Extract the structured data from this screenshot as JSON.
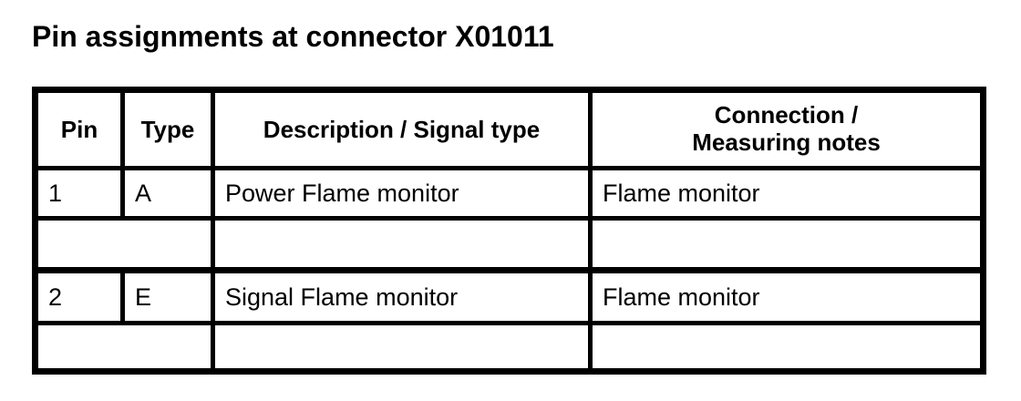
{
  "doc": {
    "title": "Pin assignments at connector X01011"
  },
  "table": {
    "columns": {
      "pin": "Pin",
      "type": "Type",
      "description": "Description / Signal type",
      "connection": "Connection /\nMeasuring notes"
    },
    "rows": [
      {
        "kind": "data",
        "pin": "1",
        "type": "A",
        "description": "Power Flame monitor",
        "connection": "Flame monitor"
      },
      {
        "kind": "notes",
        "pin_type": "",
        "description": "",
        "connection": ""
      },
      {
        "kind": "data",
        "pin": "2",
        "type": "E",
        "description": "Signal Flame monitor",
        "connection": "Flame monitor"
      },
      {
        "kind": "notes",
        "pin_type": "",
        "description": "",
        "connection": ""
      }
    ],
    "colors": {
      "line": "#000000",
      "background": "#ffffff",
      "text": "#000000"
    }
  }
}
